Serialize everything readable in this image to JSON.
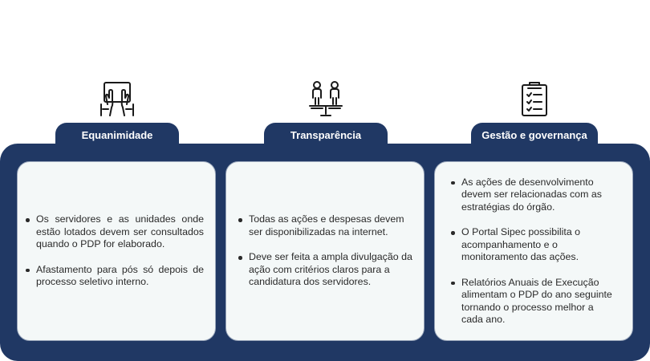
{
  "columns": [
    {
      "title": "Equanimidade",
      "icon": "hands-on-tablet-icon",
      "items": [
        "Os servidores e as unidades onde estão lotados devem ser consultados quando o PDP for elaborado.",
        "Afastamento para pós só depois de processo seletivo interno."
      ]
    },
    {
      "title": "Transparência",
      "icon": "people-balance-icon",
      "items": [
        "Todas as ações e despesas devem ser disponibilizadas na internet.",
        "Deve ser feita a ampla divulgação da ação com critérios claros para a candidatura dos servidores."
      ]
    },
    {
      "title": "Gestão e governança",
      "icon": "clipboard-checklist-icon",
      "items": [
        "As ações de desenvolvimento devem ser relacionadas com as estratégias do órgão.",
        "O Portal Sipec possibilita o acompanhamento e o monitoramento das ações.",
        "Relatórios Anuais de Execução alimentam o PDP do ano seguinte tornando o processo melhor a cada ano."
      ]
    }
  ],
  "colors": {
    "panel": "#203864",
    "card": "#f4f8f8",
    "text": "#2a2a2a"
  }
}
